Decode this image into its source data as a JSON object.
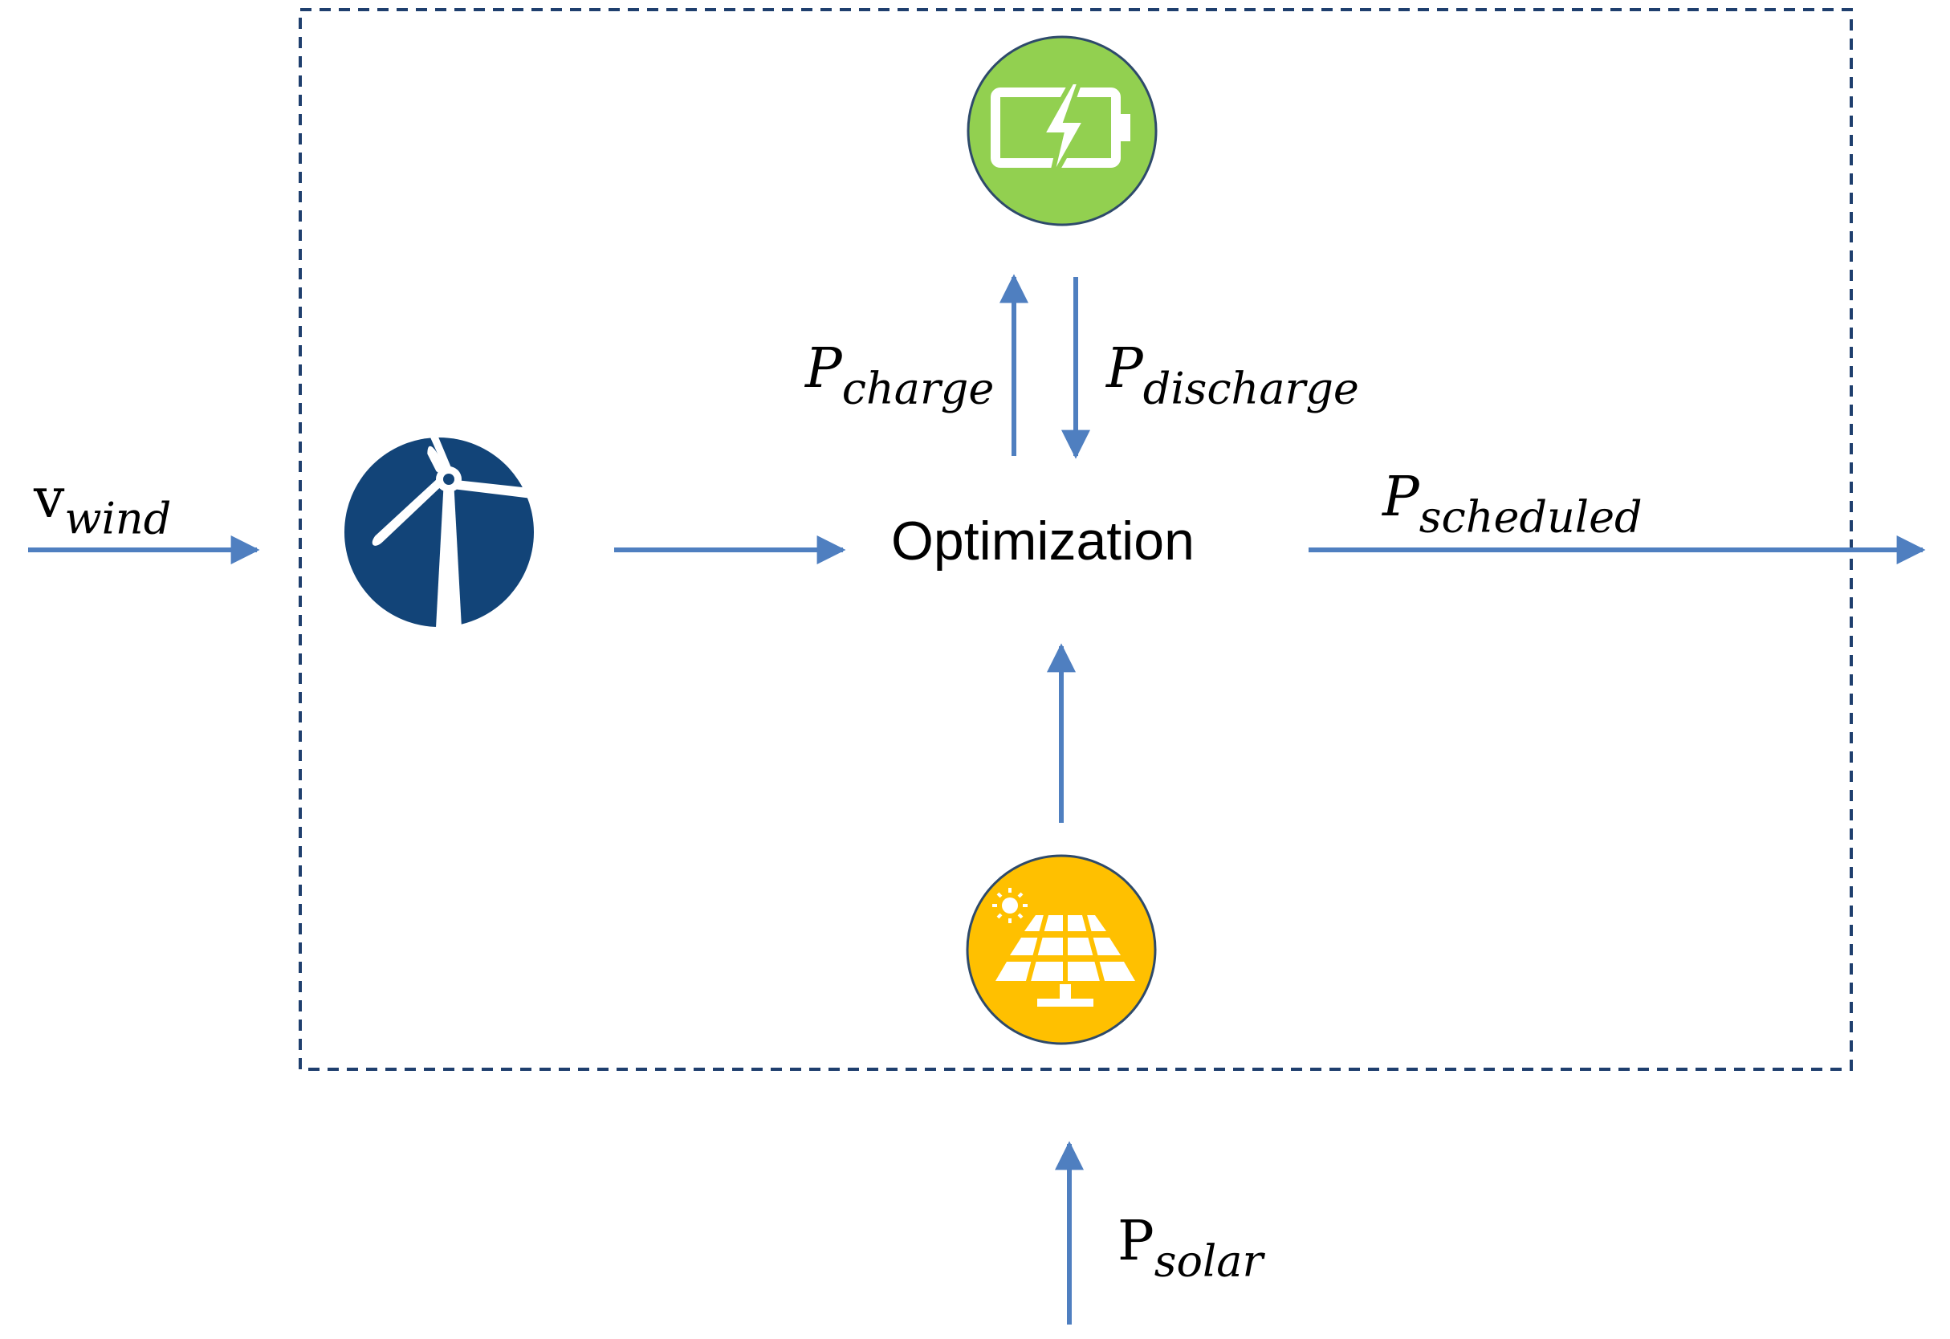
{
  "diagram": {
    "center_label": "Optimization",
    "inputs": {
      "wind_speed": {
        "base": "v",
        "sub": "wind"
      },
      "solar_power": {
        "base": "P",
        "sub": "solar"
      }
    },
    "outputs": {
      "scheduled": {
        "base": "P",
        "sub": "scheduled"
      }
    },
    "storage": {
      "charge": {
        "base": "P",
        "sub": "charge"
      },
      "discharge": {
        "base": "P",
        "sub": "discharge"
      }
    },
    "icons": {
      "wind": "wind-turbine-icon",
      "battery": "battery-charging-icon",
      "solar": "solar-panel-icon"
    },
    "colors": {
      "arrow": "#4F7FC0",
      "boundary": "#1F3F6E",
      "wind_circle": "#124478",
      "battery_circle": "#92D050",
      "solar_circle": "#FFC000",
      "circle_stroke": "#2E4A6B"
    }
  }
}
